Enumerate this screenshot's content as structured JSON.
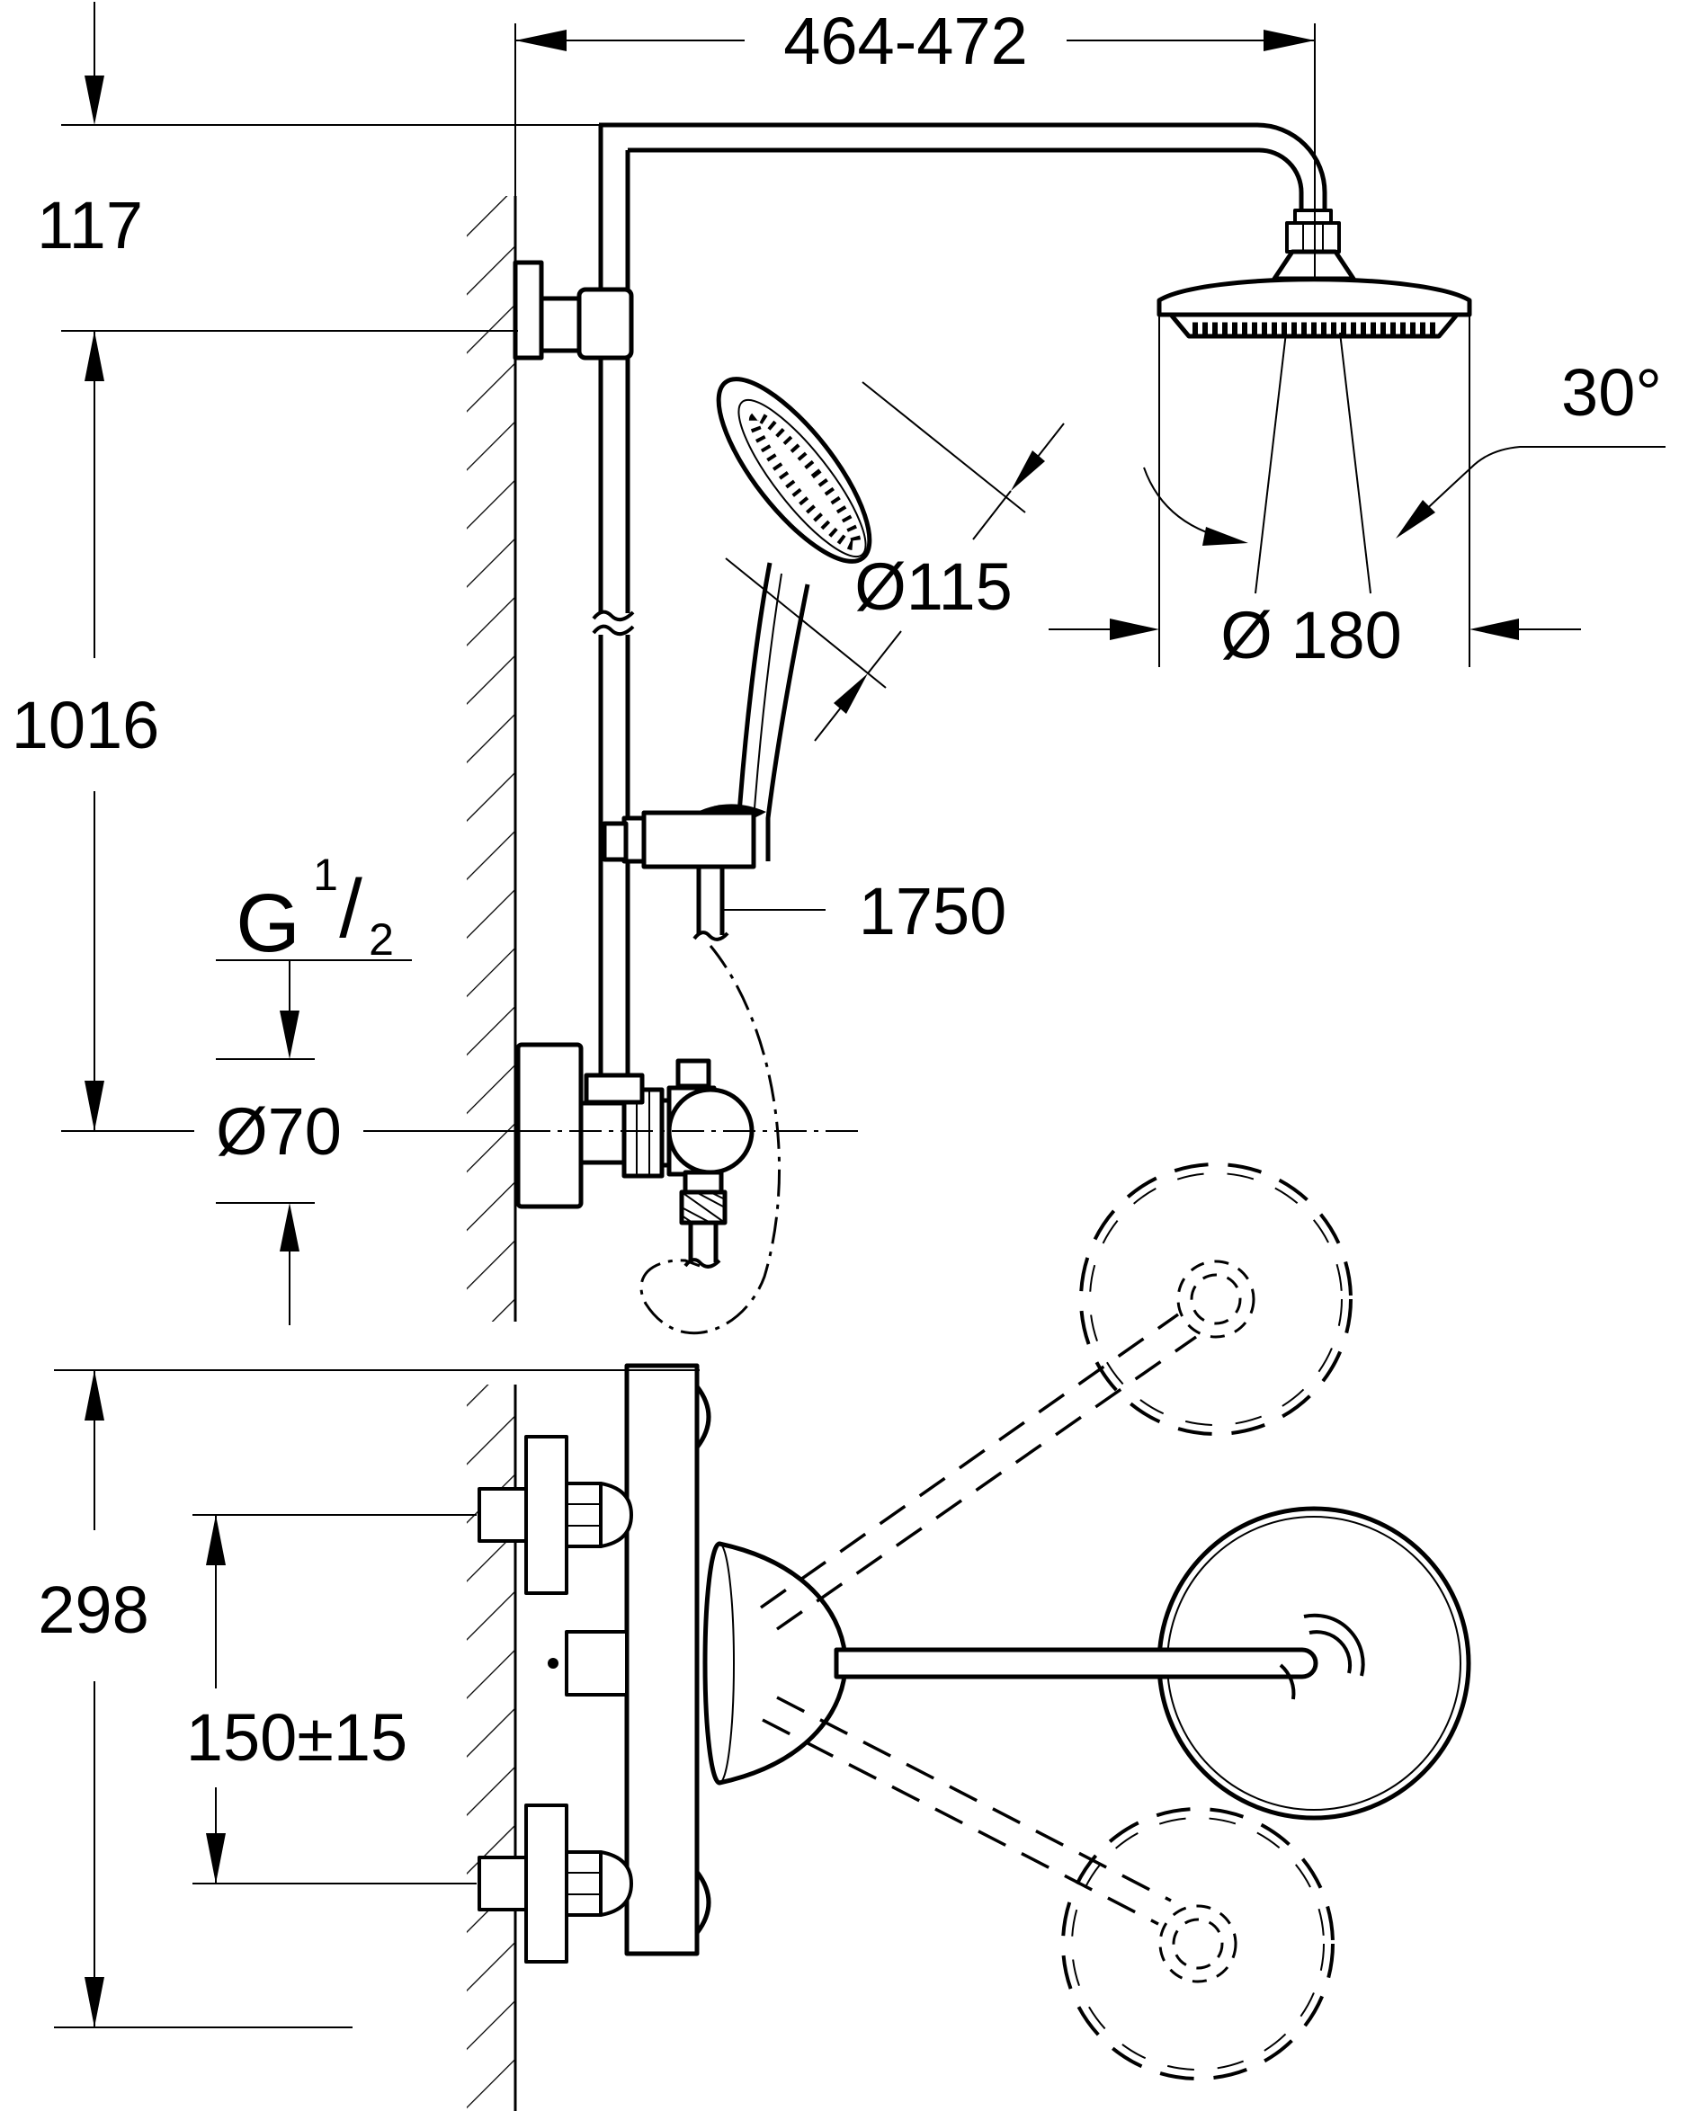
{
  "drawing": {
    "type": "installation-dimension-drawing",
    "subject": "wall-mounted shower system with head shower, hand shower and thermostat",
    "line_color": "#000000",
    "background": "#ffffff",
    "labels": {
      "top_width": "464-472",
      "head_offset": "117",
      "rail_height": "1016",
      "swivel_angle": "30°",
      "hand_shower_dia": "Ø115",
      "head_shower_dia": "Ø 180",
      "hose_length": "1750",
      "escutcheon_dia": "Ø70",
      "thread_g": "G",
      "thread_num": "1",
      "thread_slash": "/",
      "thread_den": "2",
      "body_height": "298",
      "inlet_spacing": "150±15"
    }
  }
}
